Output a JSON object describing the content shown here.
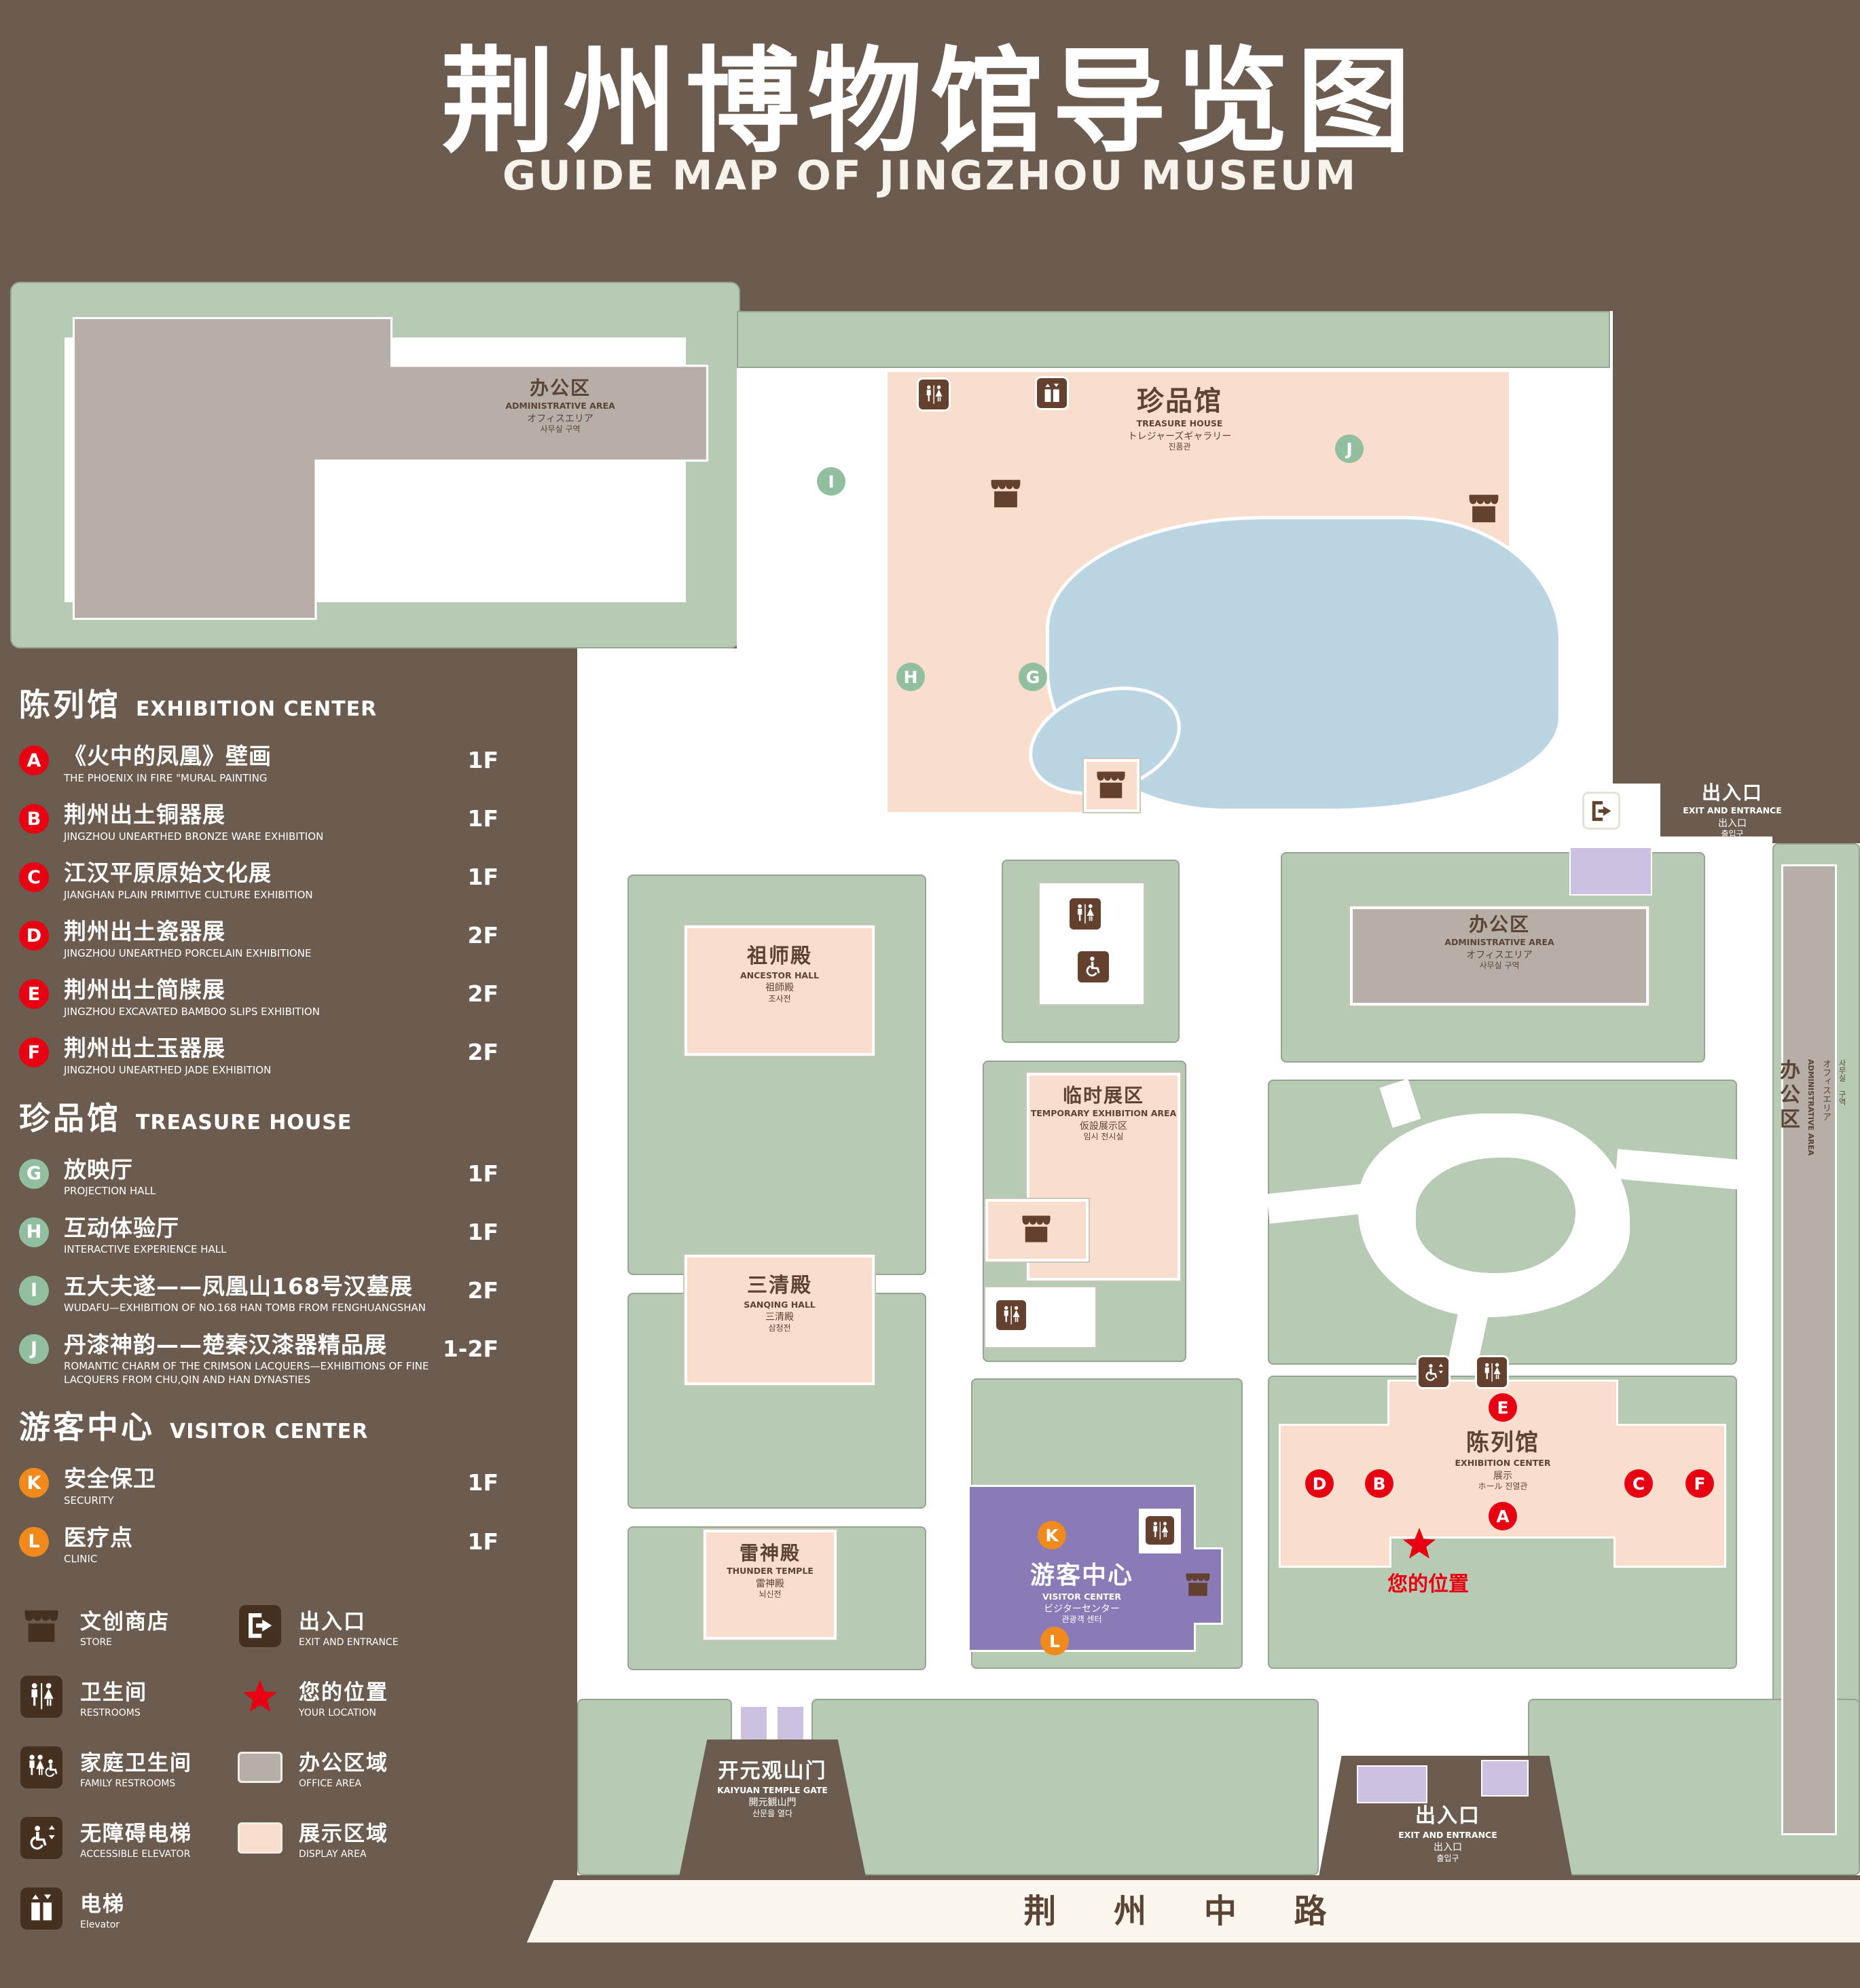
{
  "colors": {
    "background": "#6c5c50",
    "green_area": "#b6cab4",
    "display_area": "#f9decd",
    "office_area": "#b7aea8",
    "lake": "#bcd5e2",
    "visitor_center": "#8a7ab6",
    "entrance_block": "#ccc1e0",
    "marker_red": "#e60012",
    "marker_green": "#92bf9f",
    "marker_orange": "#f08a1d",
    "icon_brown": "#64402e"
  },
  "header": {
    "title_zh": "荆州博物馆导览图",
    "title_en": "GUIDE MAP OF JINGZHOU MUSEUM"
  },
  "sidebar": {
    "sections": [
      {
        "title_zh": "陈列馆",
        "title_en": "EXHIBITION CENTER",
        "items": [
          {
            "letter": "A",
            "zh": "《火中的凤凰》壁画",
            "en": "THE PHOENIX IN FIRE \"MURAL PAINTING",
            "floor": "1F"
          },
          {
            "letter": "B",
            "zh": "荆州出土铜器展",
            "en": "JINGZHOU UNEARTHED BRONZE WARE EXHIBITION",
            "floor": "1F"
          },
          {
            "letter": "C",
            "zh": "江汉平原原始文化展",
            "en": "JIANGHAN PLAIN PRIMITIVE CULTURE EXHIBITION",
            "floor": "1F"
          },
          {
            "letter": "D",
            "zh": "荆州出土瓷器展",
            "en": "JINGZHOU UNEARTHED PORCELAIN EXHIBITIONE",
            "floor": "2F"
          },
          {
            "letter": "E",
            "zh": "荆州出土简牍展",
            "en": "JINGZHOU EXCAVATED BAMBOO SLIPS EXHIBITION",
            "floor": "2F"
          },
          {
            "letter": "F",
            "zh": "荆州出土玉器展",
            "en": "JINGZHOU UNEARTHED JADE EXHIBITION",
            "floor": "2F"
          }
        ]
      },
      {
        "title_zh": "珍品馆",
        "title_en": "TREASURE HOUSE",
        "items": [
          {
            "letter": "G",
            "zh": "放映厅",
            "en": "PROJECTION HALL",
            "floor": "1F"
          },
          {
            "letter": "H",
            "zh": "互动体验厅",
            "en": "INTERACTIVE EXPERIENCE HALL",
            "floor": "1F"
          },
          {
            "letter": "I",
            "zh": "五大夫遂——凤凰山168号汉墓展",
            "en": "WUDAFU—EXHIBITION OF NO.168 HAN TOMB FROM FENGHUANGSHAN",
            "floor": "2F"
          },
          {
            "letter": "J",
            "zh": "丹漆神韵——楚秦汉漆器精品展",
            "en": "ROMANTIC CHARM OF THE CRIMSON LACQUERS—EXHIBITIONS OF FINE LACQUERS FROM CHU,QIN AND HAN DYNASTIES",
            "floor": "1-2F"
          }
        ]
      },
      {
        "title_zh": "游客中心",
        "title_en": "VISITOR CENTER",
        "items": [
          {
            "letter": "K",
            "zh": "安全保卫",
            "en": "SECURITY",
            "floor": "1F"
          },
          {
            "letter": "L",
            "zh": "医疗点",
            "en": "CLINIC",
            "floor": "1F"
          }
        ]
      }
    ],
    "legend_left": [
      {
        "icon": "store-icon",
        "zh": "文创商店",
        "en": "STORE"
      },
      {
        "icon": "restroom-icon",
        "zh": "卫生间",
        "en": "RESTROOMS"
      },
      {
        "icon": "family-restroom-icon",
        "zh": "家庭卫生间",
        "en": "FAMILY RESTROOMS"
      },
      {
        "icon": "accessible-elevator-icon",
        "zh": "无障碍电梯",
        "en": "ACCESSIBLE ELEVATOR"
      },
      {
        "icon": "elevator-icon",
        "zh": "电梯",
        "en": "Elevator"
      }
    ],
    "legend_right": [
      {
        "icon": "exit-icon",
        "zh": "出入口",
        "en": "EXIT AND ENTRANCE"
      },
      {
        "icon": "your-location-icon",
        "zh": "您的位置",
        "en": "YOUR LOCATION"
      },
      {
        "icon": "office-area-swatch",
        "zh": "办公区域",
        "en": "OFFICE AREA"
      },
      {
        "icon": "display-area-swatch",
        "zh": "展示区域",
        "en": "DISPLAY AREA"
      }
    ]
  },
  "map": {
    "admin_top_left": {
      "zh": "办公区",
      "en": "ADMINISTRATIVE AREA",
      "jp": "オフィスエリア",
      "kr": "사무실 구역"
    },
    "treasure_house": {
      "zh": "珍品馆",
      "en": "TREASURE HOUSE",
      "jp": "トレジャーズギャラリー",
      "kr": "진품관"
    },
    "exit_top_right": {
      "zh": "出入口",
      "en": "EXIT AND ENTRANCE",
      "jp": "出入口",
      "kr": "출입구"
    },
    "adm_right": {
      "zh": "办公区",
      "en": "ADMINISTRATIVE AREA",
      "jp": "オフィスエリア",
      "kr": "사무실 구역"
    },
    "admin_far_right": {
      "zh": "办公区",
      "en": "ADMINISTRATIVE AREA",
      "jp": "オフィスエリア",
      "kr": "사무실 구역"
    },
    "ancestor_hall": {
      "zh": "祖师殿",
      "en": "ANCESTOR HALL",
      "jp": "祖師殿",
      "kr": "조사전"
    },
    "temporary_exhibition": {
      "zh": "临时展区",
      "en": "TEMPORARY EXHIBITION AREA",
      "jp": "仮設展示区",
      "kr": "임시 전시실"
    },
    "sanqing_hall": {
      "zh": "三清殿",
      "en": "SANQING HALL",
      "jp": "三清殿",
      "kr": "삼청전"
    },
    "thunder_temple": {
      "zh": "雷神殿",
      "en": "THUNDER TEMPLE",
      "jp": "雷神殿",
      "kr": "뇌신전"
    },
    "visitor_center": {
      "zh": "游客中心",
      "en": "VISITOR CENTER",
      "jp": "ビジターセンター",
      "kr": "관광객 센터"
    },
    "exhibition_center": {
      "zh": "陈列馆",
      "en": "EXHIBITION CENTER",
      "jp": "展示",
      "kr": "ホール 진열관"
    },
    "your_location": {
      "zh": "您的位置"
    },
    "kaiyuan_gate": {
      "zh": "开元观山门",
      "en": "KAIYUAN TEMPLE GATE",
      "jp": "開元観山門",
      "kr": "산문을 열다"
    },
    "exit_bottom": {
      "zh": "出入口",
      "en": "EXIT AND ENTRANCE",
      "jp": "出入口",
      "kr": "출입구"
    },
    "road": {
      "name": "荆 州 中 路"
    },
    "markers": {
      "a": "A",
      "b": "B",
      "c": "C",
      "d": "D",
      "e": "E",
      "f": "F",
      "g": "G",
      "h": "H",
      "i": "I",
      "j": "J",
      "k": "K",
      "l": "L"
    }
  }
}
